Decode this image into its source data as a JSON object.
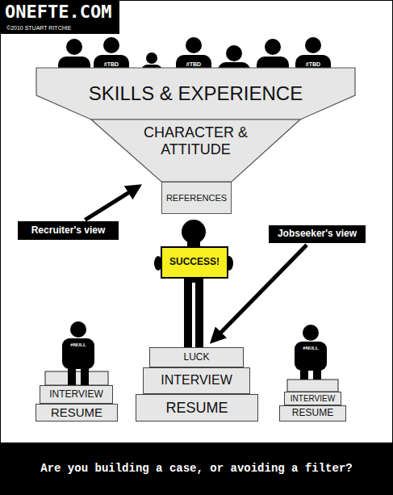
{
  "diagram": {
    "caption": "Are you building a case, or avoiding a filter?",
    "nodes": [
      {
        "text": [
          "SKILLS & EXPERIENCE"
        ]
      },
      {
        "text": [
          "CHARACTER & ATTITUDE"
        ]
      },
      {
        "text": [
          "REFERENCES"
        ]
      },
      {
        "text": [
          "Recruiter's view"
        ]
      },
      {
        "text": [
          "Jobseeker's view"
        ]
      },
      {
        "text": [
          "SUCCESS!"
        ]
      },
      {
        "text": [
          "LUCK"
        ]
      },
      {
        "text": [
          "INTERVIEW"
        ]
      },
      {
        "text": [
          "INTERVIEW"
        ]
      },
      {
        "text": [
          "INTERVIEW"
        ]
      },
      {
        "text": [
          "RESUME"
        ]
      },
      {
        "text": [
          "RESUME"
        ]
      },
      {
        "text": [
          "RESUME"
        ]
      }
    ],
    "edges": [
      {
        "from": 3,
        "to": 1,
        "arrow": "to"
      },
      {
        "from": 4,
        "to": 6,
        "arrow": "to"
      }
    ],
    "labels": [
      "ONEFTE.COM",
      "©2010 STUART RITCHIE",
      "#TBD",
      "#TBD",
      "#TBD",
      "#NULL",
      "#NULL"
    ]
  }
}
